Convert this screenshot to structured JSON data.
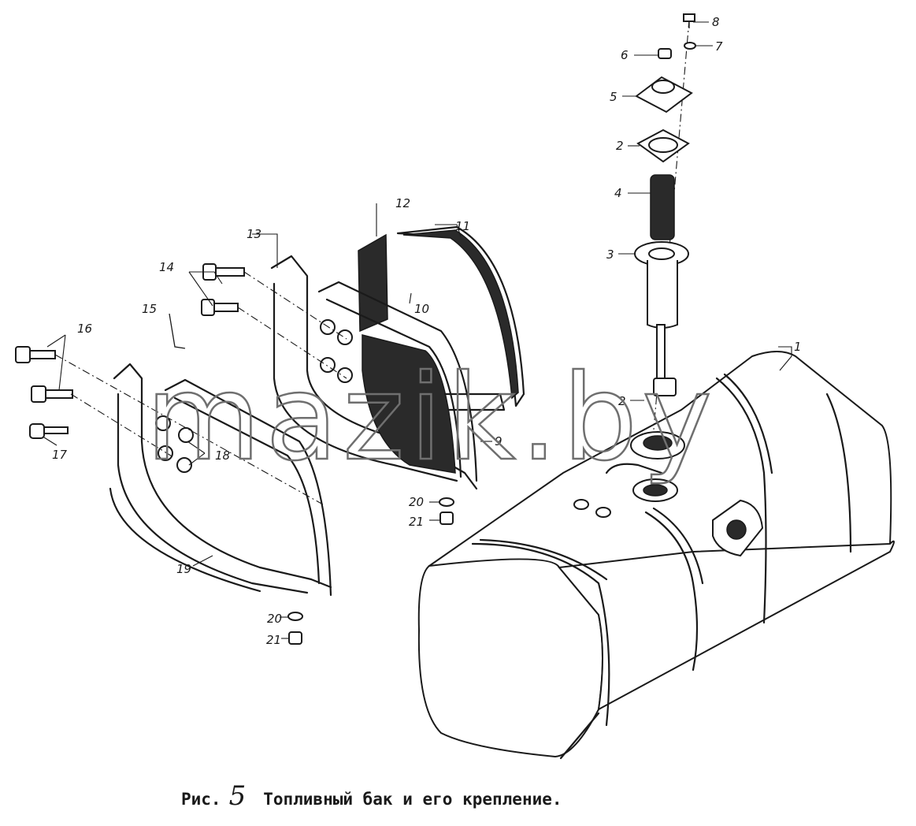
{
  "caption": {
    "prefix": "Рис.",
    "number": "5",
    "title": "Топливный бак и его крепление."
  },
  "watermark": "mazik.by",
  "callouts": [
    "1",
    "2",
    "2",
    "3",
    "4",
    "5",
    "6",
    "7",
    "8",
    "9",
    "10",
    "11",
    "12",
    "13",
    "14",
    "15",
    "16",
    "17",
    "18",
    "19",
    "20",
    "20",
    "21",
    "21"
  ]
}
